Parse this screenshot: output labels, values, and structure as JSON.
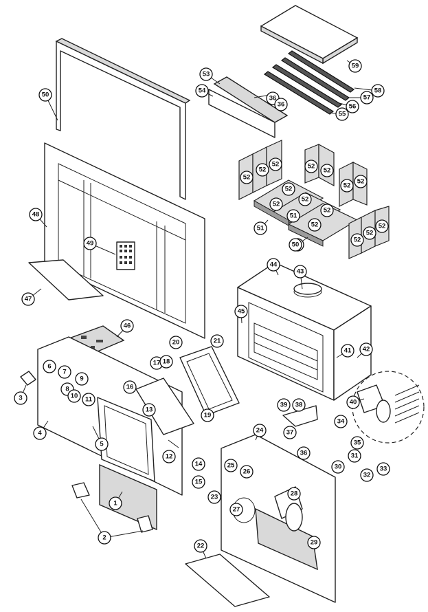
{
  "callouts": [
    "1",
    "2",
    "3",
    "4",
    "5",
    "6",
    "7",
    "8",
    "9",
    "10",
    "11",
    "12",
    "13",
    "14",
    "15",
    "16",
    "17",
    "18",
    "19",
    "20",
    "21",
    "22",
    "23",
    "24",
    "25",
    "26",
    "27",
    "28",
    "29",
    "30",
    "31",
    "32",
    "33",
    "34",
    "35",
    "36",
    "37",
    "38",
    "39",
    "40",
    "41",
    "42",
    "43",
    "44",
    "45",
    "46",
    "47",
    "48",
    "49",
    "50",
    "51",
    "52",
    "53",
    "54",
    "55",
    "56",
    "57",
    "58",
    "59"
  ]
}
